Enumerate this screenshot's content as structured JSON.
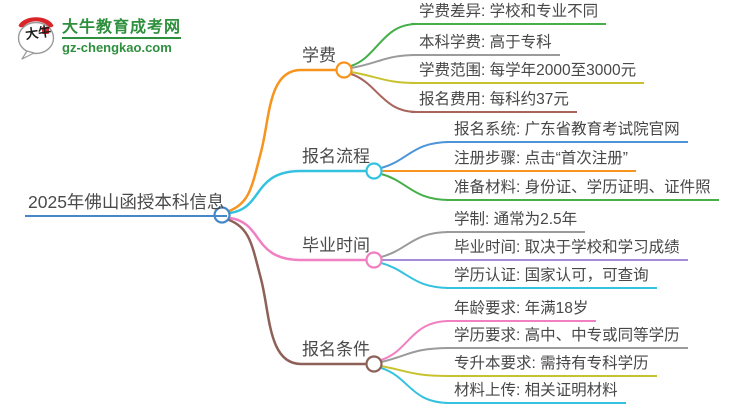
{
  "logo": {
    "site_name": "大牛教育成考网",
    "site_url": "gz-chengkao.com",
    "icon_text": "大牛",
    "green": "#2e8f3d",
    "red": "#d9252a"
  },
  "root": {
    "label": "2025年佛山函授本科信息",
    "color": "#4687c7"
  },
  "branches": [
    {
      "label": "学费",
      "color": "#f7941e",
      "children": [
        {
          "label": "学费差异: 学校和专业不同",
          "color": "#45af49"
        },
        {
          "label": "本科学费: 高于专科",
          "color": "#9b9b9b"
        },
        {
          "label": "学费范围: 每学年2000至3000元",
          "color": "#c9c22f"
        },
        {
          "label": "报名费用: 每科约37元",
          "color": "#a8655c"
        }
      ]
    },
    {
      "label": "报名流程",
      "color": "#35c2df",
      "children": [
        {
          "label": "报名系统: 广东省教育考试院官网",
          "color": "#4e95d8"
        },
        {
          "label": "注册步骤: 点击“首次注册”",
          "color": "#f7941e"
        },
        {
          "label": "准备材料: 身份证、学历证明、证件照",
          "color": "#45af49"
        }
      ]
    },
    {
      "label": "毕业时间",
      "color": "#f080c2",
      "children": [
        {
          "label": "学制: 通常为2.5年",
          "color": "#9b9b9b"
        },
        {
          "label": "毕业时间: 取决于学校和学习成绩",
          "color": "#a58bd8"
        },
        {
          "label": "学历认证: 国家认可，可查询",
          "color": "#35c2df"
        }
      ]
    },
    {
      "label": "报名条件",
      "color": "#8d6158",
      "children": [
        {
          "label": "年龄要求: 年满18岁",
          "color": "#f080c2"
        },
        {
          "label": "学历要求: 高中、中专或同等学历",
          "color": "#9b9b9b"
        },
        {
          "label": "专升本要求: 需持有专科学历",
          "color": "#c9c22f"
        },
        {
          "label": "材料上传: 相关证明材料",
          "color": "#35c2df"
        }
      ]
    }
  ]
}
